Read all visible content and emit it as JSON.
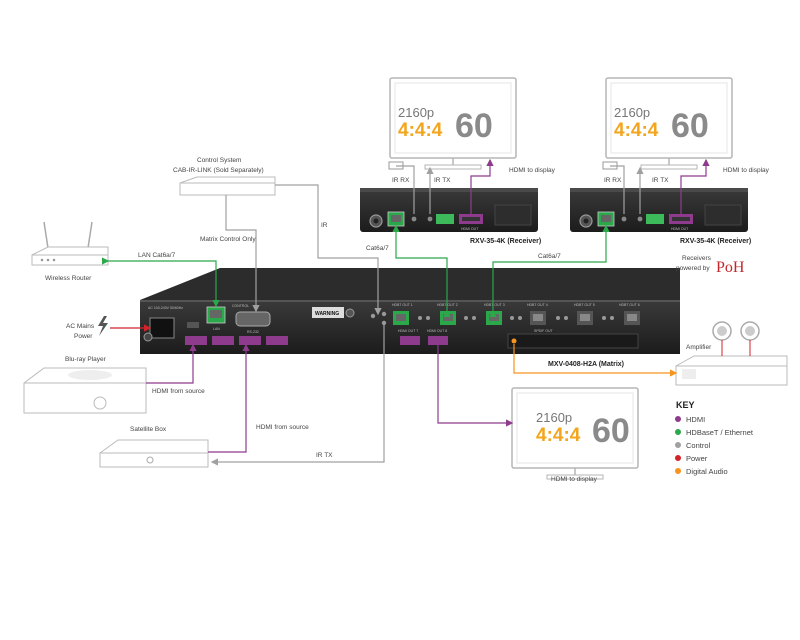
{
  "display_text": {
    "resolution": "2160p",
    "chroma": "4:4:4",
    "fps": "60"
  },
  "devices": {
    "control_system": {
      "line1": "Control System",
      "line2": "CAB-IR-LINK (Sold Separately)"
    },
    "matrix_control": "Matrix Control Only",
    "wireless_router": "Wireless Router",
    "ac_mains": {
      "line1": "AC Mains",
      "line2": "Power"
    },
    "bluray": "Blu-ray Player",
    "satellite": "Satellite Box",
    "amplifier": "Amplifier",
    "receiver_model": "RXV-35-4K (Receiver)",
    "matrix_model": "MXV-0408-H2A (Matrix)",
    "receivers_powered": {
      "line1": "Receivers",
      "line2": "powered by"
    },
    "poh_logo": "PoH"
  },
  "connections": {
    "lan_cat": "LAN Cat6a/7",
    "hdmi_from_source": "HDMI from source",
    "hdmi_to_display": "HDMI to display",
    "ir": "IR",
    "ir_tx": "IR TX",
    "ir_rx": "IR RX",
    "cat6a": "Cat6a/7"
  },
  "panel_labels": {
    "ac_rating": "AC 100-240V 50/60Hz",
    "lan": "LAN",
    "control": "CONTROL",
    "rs232": "RS-232",
    "warning": "WARNING",
    "hdbt_out": [
      "HDBT OUT 1",
      "HDBT OUT 2",
      "HDBT OUT 3",
      "HDBT OUT 4",
      "HDBT OUT 5",
      "HDBT OUT 6"
    ],
    "hdmi_out": [
      "HDMI OUT 7",
      "HDMI OUT 8"
    ],
    "spdif": "SPDIF OUT",
    "hdmi_out_rx": "HDMI OUT"
  },
  "key": {
    "title": "KEY",
    "items": [
      {
        "label": "HDMI",
        "color": "#8e3b8e"
      },
      {
        "label": "HDBaseT / Ethernet",
        "color": "#2aa84a"
      },
      {
        "label": "Control",
        "color": "#a0a0a0"
      },
      {
        "label": "Power",
        "color": "#d2232a"
      },
      {
        "label": "Digital Audio",
        "color": "#f7941d"
      }
    ]
  },
  "colors": {
    "hdmi": "#8e3b8e",
    "hdbaset": "#2aa84a",
    "control": "#a0a0a0",
    "power": "#d2232a",
    "digital_audio": "#f7941d"
  }
}
